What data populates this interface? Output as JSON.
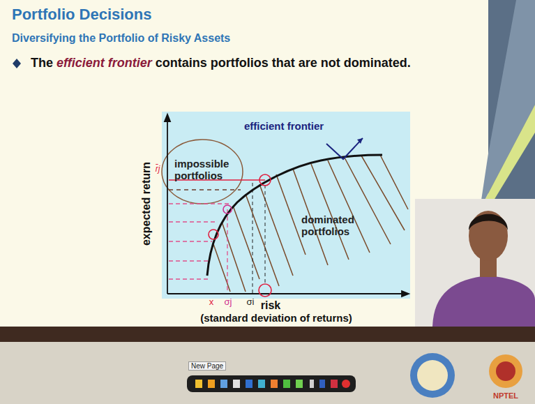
{
  "diagram": {
    "title": "Portfolio Decisions",
    "labels": [
      "Diversifying the Portfolio of Risky Assets",
      "The",
      "efficient frontier",
      "contains portfolios that are not dominated.",
      "efficient frontier",
      "impossible portfolios",
      "dominated portfolios",
      "expected return",
      "risk",
      "(standard deviation of returns)",
      "r̄j",
      "σj",
      "σi",
      "x",
      "New Page",
      "NPTEL"
    ]
  }
}
